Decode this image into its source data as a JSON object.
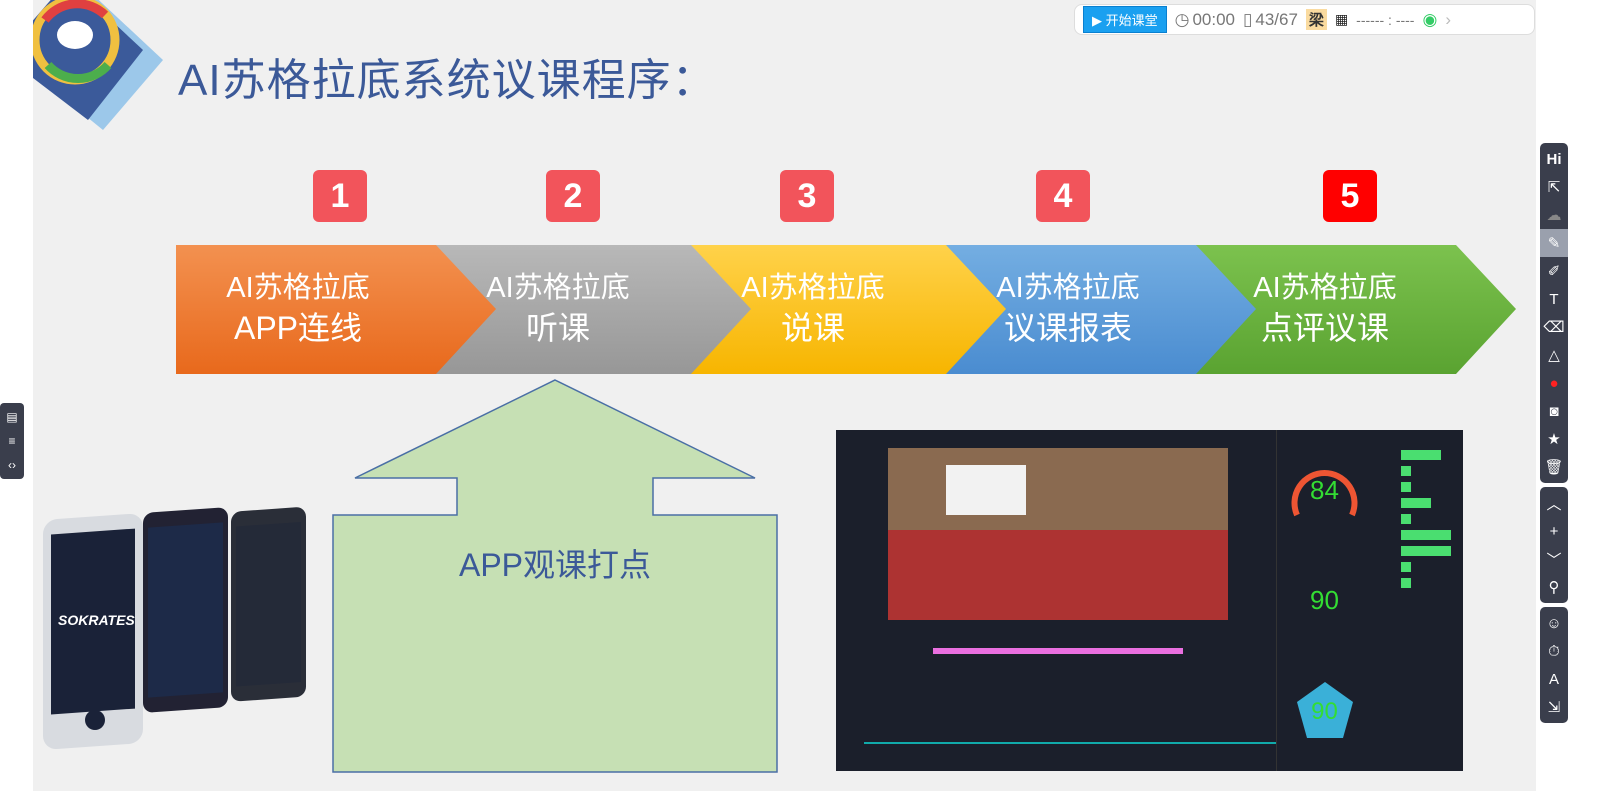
{
  "topbar": {
    "start_label": "开始课堂",
    "timer": "00:00",
    "page": "43/67",
    "user_badge": "梁",
    "code": "------ : ----"
  },
  "slide": {
    "title": "AI苏格拉底系统议课程序：",
    "numbers": [
      "1",
      "2",
      "3",
      "4",
      "5"
    ],
    "steps": [
      {
        "line1": "AI苏格拉底",
        "line2": "APP连线",
        "color": "#ef7a2a"
      },
      {
        "line1": "AI苏格拉底",
        "line2": "听课",
        "color": "#a5a5a5"
      },
      {
        "line1": "AI苏格拉底",
        "line2": "说课",
        "color": "#fdbf0f"
      },
      {
        "line1": "AI苏格拉底",
        "line2": "议课报表",
        "color": "#5b9bd5"
      },
      {
        "line1": "AI苏格拉底",
        "line2": "点评议课",
        "color": "#6bb33f"
      }
    ],
    "arrow_label": "APP观课打点",
    "phone_brand": "SOKRATES",
    "dashboard": {
      "gauge_score": "84",
      "radar_score": "90",
      "pentagon_score": "90",
      "bars": [
        4,
        1,
        1,
        3,
        1,
        5,
        5,
        1,
        1
      ]
    }
  },
  "right_toolbar": {
    "hi_label": "Hi"
  }
}
